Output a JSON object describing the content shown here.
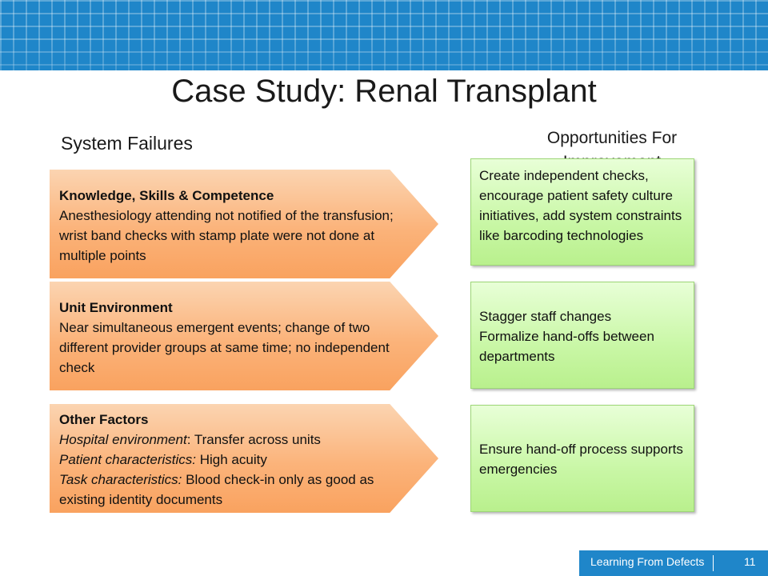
{
  "slide": {
    "title": "Case Study: Renal Transplant",
    "left_heading": "System Failures",
    "right_heading": "Opportunities For Improvement"
  },
  "failures": [
    {
      "heading": "Knowledge, Skills & Competence",
      "body": "Anesthesiology attending not notified of the transfusion; wrist band checks with stamp plate were not done at multiple points"
    },
    {
      "heading": "Unit Environment",
      "body": "Near simultaneous emergent events; change of two different provider groups at same time; no independent check"
    },
    {
      "heading": "Other Factors",
      "lines": [
        {
          "label": "Hospital environment",
          "sep": ": ",
          "text": "Transfer across units"
        },
        {
          "label": "Patient characteristics:",
          "sep": " ",
          "text": "High acuity"
        },
        {
          "label": "Task characteristics:",
          "sep": " ",
          "text": "Blood check-in only as good as existing identity documents"
        }
      ]
    }
  ],
  "opportunities": [
    "Create independent checks, encourage patient safety culture initiatives, add system constraints like barcoding technologies",
    "Stagger staff changes\nFormalize hand-offs between departments",
    "Ensure hand-off process supports emergencies"
  ],
  "footer": {
    "label": "Learning From Defects",
    "page": "11"
  },
  "colors": {
    "banner_blue": "#1f86c9",
    "arrow_orange": "#fbb37a",
    "box_green": "#c9f7a6"
  }
}
